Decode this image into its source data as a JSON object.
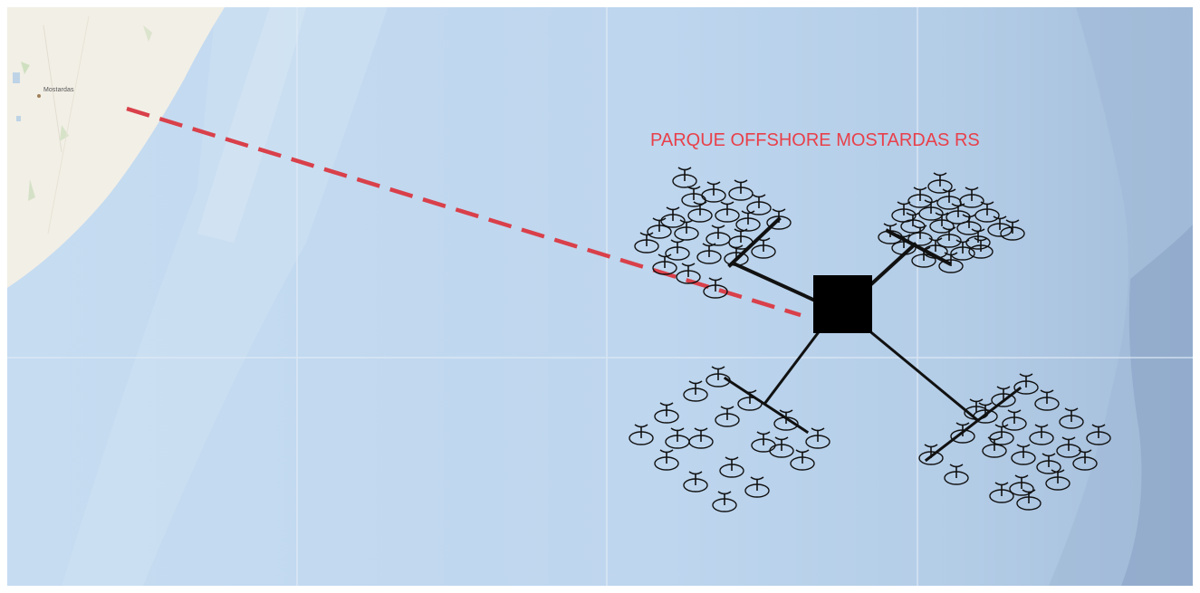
{
  "map": {
    "title": "PARQUE OFFSHORE MOSTARDAS RS",
    "town_label": "Mostardas",
    "colors": {
      "sea_light": "#c3daf0",
      "sea_mid": "#b5cfe8",
      "sea_deep": "#8ea8c8",
      "land": "#f2efe6",
      "title": "#e8404a",
      "export_cable": "#d9404a",
      "structures": "#000000"
    },
    "substation": {
      "symbol": "filled-square"
    },
    "export_cable": {
      "style": "dashed",
      "from": "Mostardas coast",
      "to": "offshore substation"
    },
    "clusters": [
      {
        "name": "north-west",
        "turbine_count": 22
      },
      {
        "name": "north-east",
        "turbine_count": 23
      },
      {
        "name": "south-west",
        "turbine_count": 18
      },
      {
        "name": "south-east",
        "turbine_count": 22
      }
    ]
  }
}
